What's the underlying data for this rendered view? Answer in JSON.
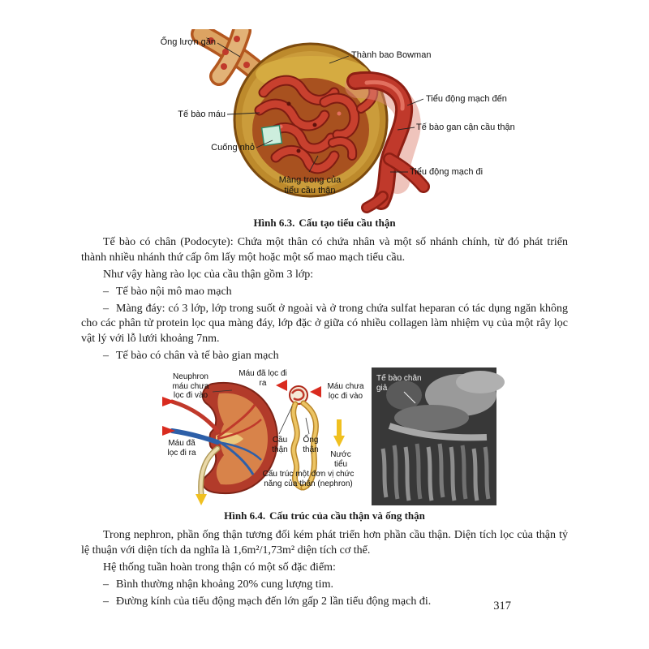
{
  "page": {
    "number": "317"
  },
  "glyphs": {
    "dash": "–"
  },
  "fig63": {
    "caption_number": "Hình 6.3.",
    "caption_title": "Cấu tạo tiểu cầu thận",
    "labels": {
      "ong_luon_gan": "Ống lượn gần",
      "thanh_bao_bowman": "Thành bao Bowman",
      "tieu_dong_mach_den": "Tiểu động mạch đến",
      "te_bao_gan_can_cau_than": "Tế bào gan cận cầu thận",
      "te_bao_mau": "Tế bào máu",
      "cuong_nho": "Cuống nhỏ",
      "mang_trong": "Màng trong của tiểu cầu thận",
      "tieu_dong_mach_di": "Tiểu động mạch đi"
    }
  },
  "body1": {
    "p1": "Tế bào có chân (Podocyte): Chứa một thân có chứa nhân và một số nhánh chính, từ đó phát triển thành nhiều nhánh thứ cấp ôm lấy một hoặc một số mao mạch tiểu cầu.",
    "p2": "Như vậy hàng rào lọc của cầu thận gồm 3 lớp:",
    "li1": "Tế bào nội mô mao mạch",
    "li2": "Màng đáy: có 3 lớp, lớp trong suốt ở ngoài và ở trong chứa sulfat heparan có tác dụng ngăn không cho các phân tử protein lọc qua màng đáy, lớp đặc ở giữa có nhiều collagen làm nhiệm vụ của một rây lọc vật lý với lỗ lưới khoảng 7nm.",
    "li3": "Tế bào có chân và tế bào gian mạch"
  },
  "fig64": {
    "caption_number": "Hình 6.4.",
    "caption_title": "Cấu trúc của cầu thận và ống thận",
    "labels": {
      "neuphron": "Neuphron máu chưa lọc đi vào",
      "mau_da_loc_top": "Máu đã lọc đi ra",
      "mau_chua_loc": "Máu chưa lọc đi vào",
      "mau_da_loc_left": "Máu đã lọc đi ra",
      "cau_than": "Cầu thận",
      "ong_than": "Ống thận",
      "nuoc_tieu": "Nước tiểu",
      "cau_truc": "Cấu trúc một đơn vị chức năng của thận (nephron)",
      "te_bao_chan_gia": "Tế bào chân giả"
    }
  },
  "body2": {
    "p1": "Trong nephron, phần ống thận tương đối kém phát triển hơn phần cầu thận. Diện tích lọc của thận tỷ lệ thuận với diện tích da nghĩa là 1,6m²/1,73m² diện tích cơ thể.",
    "p2": "Hệ thống tuần hoàn trong thận có một số đặc điểm:",
    "li1": "Bình thường nhận khoảng 20% cung lượng tim.",
    "li2": "Đường kính của tiểu động mạch đến lớn gấp 2 lần tiểu động mạch đi."
  }
}
